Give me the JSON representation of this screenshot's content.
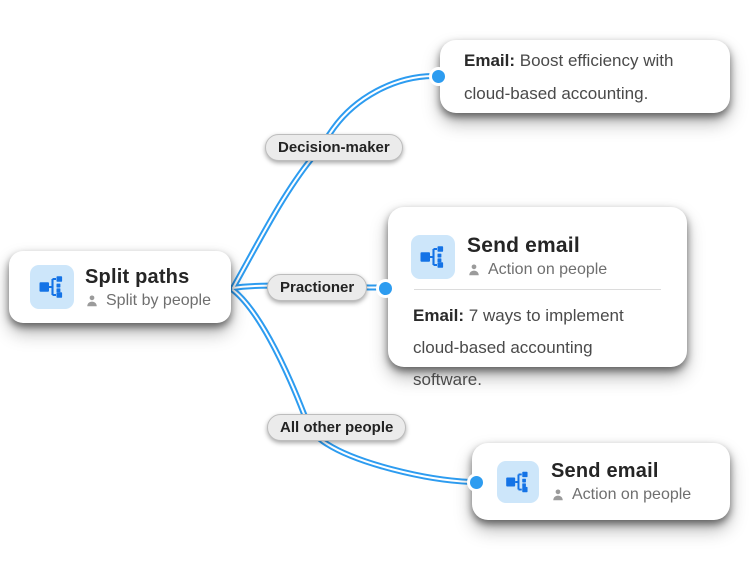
{
  "colors": {
    "connector_blue": "#2d9cf0",
    "icon_glyph_blue": "#1473e6",
    "icon_background_blue": "#cde6fa",
    "pill_gray": "#ebebeb"
  },
  "split_node": {
    "title": "Split paths",
    "subtitle": "Split by people",
    "icon": "split-paths-icon",
    "subtitle_icon": "person-icon"
  },
  "branch_labels": {
    "top": "Decision-maker",
    "middle": "Practioner",
    "bottom": "All other people"
  },
  "cards": {
    "decision_maker_email": {
      "email_label": "Email:",
      "text": "Boost efficiency with cloud-based accounting."
    },
    "practioner_send_email": {
      "title": "Send email",
      "subtitle": "Action on people",
      "email_label": "Email:",
      "text": "7 ways to implement cloud-based accounting software."
    },
    "all_other_send_email": {
      "title": "Send email",
      "subtitle": "Action on people"
    }
  }
}
